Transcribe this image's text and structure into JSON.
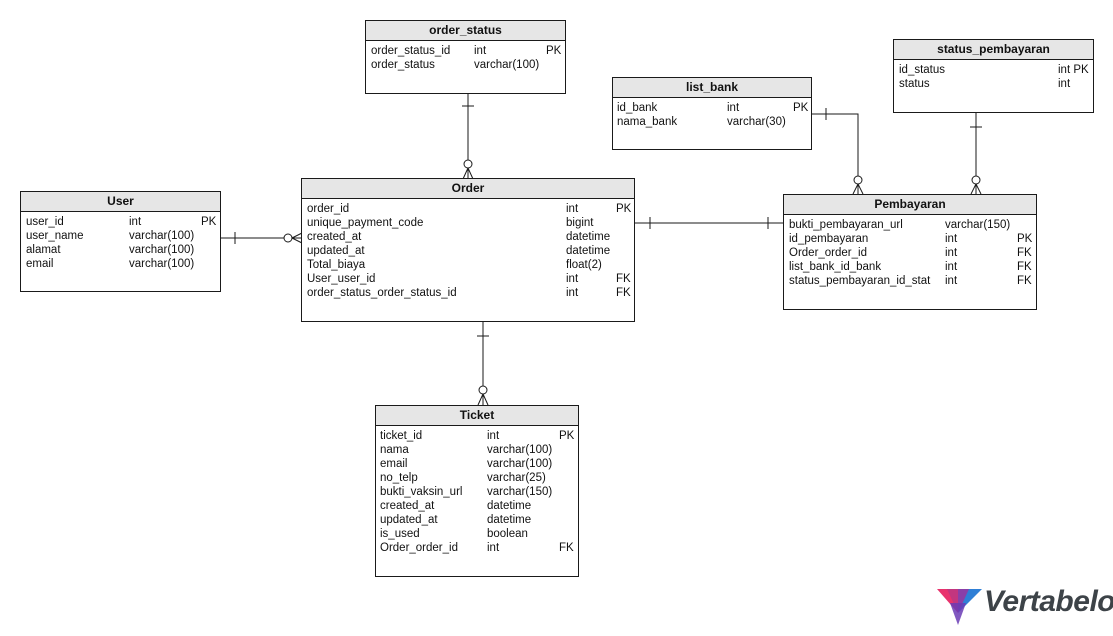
{
  "tables": {
    "order_status": {
      "name": "order_status",
      "columns": [
        {
          "name": "order_status_id",
          "type": "int",
          "key": "PK"
        },
        {
          "name": "order_status",
          "type": "varchar(100)",
          "key": ""
        }
      ]
    },
    "list_bank": {
      "name": "list_bank",
      "columns": [
        {
          "name": "id_bank",
          "type": "int",
          "key": "PK"
        },
        {
          "name": "nama_bank",
          "type": "varchar(30)",
          "key": ""
        }
      ]
    },
    "status_pembayaran": {
      "name": "status_pembayaran",
      "columns": [
        {
          "name": "id_status",
          "type": "int PK",
          "key": ""
        },
        {
          "name": "status",
          "type": "int",
          "key": ""
        }
      ]
    },
    "user": {
      "name": "User",
      "columns": [
        {
          "name": "user_id",
          "type": "int",
          "key": "PK"
        },
        {
          "name": "user_name",
          "type": "varchar(100)",
          "key": ""
        },
        {
          "name": "alamat",
          "type": "varchar(100)",
          "key": ""
        },
        {
          "name": "email",
          "type": "varchar(100)",
          "key": ""
        }
      ]
    },
    "order": {
      "name": "Order",
      "columns": [
        {
          "name": "order_id",
          "type": "int",
          "key": "PK"
        },
        {
          "name": "unique_payment_code",
          "type": "bigint",
          "key": ""
        },
        {
          "name": "created_at",
          "type": "datetime",
          "key": ""
        },
        {
          "name": "updated_at",
          "type": "datetime",
          "key": ""
        },
        {
          "name": "Total_biaya",
          "type": "float(2)",
          "key": ""
        },
        {
          "name": "User_user_id",
          "type": "int",
          "key": "FK"
        },
        {
          "name": "order_status_order_status_id",
          "type": "int",
          "key": "FK"
        }
      ]
    },
    "pembayaran": {
      "name": "Pembayaran",
      "columns": [
        {
          "name": "bukti_pembayaran_url",
          "type": "varchar(150)",
          "key": ""
        },
        {
          "name": "id_pembayaran",
          "type": "int",
          "key": "PK"
        },
        {
          "name": "Order_order_id",
          "type": "int",
          "key": "FK"
        },
        {
          "name": "list_bank_id_bank",
          "type": "int",
          "key": "FK"
        },
        {
          "name": "status_pembayaran_id_stat",
          "type": "int",
          "key": "FK"
        }
      ]
    },
    "ticket": {
      "name": "Ticket",
      "columns": [
        {
          "name": "ticket_id",
          "type": "int",
          "key": "PK"
        },
        {
          "name": "nama",
          "type": "varchar(100)",
          "key": ""
        },
        {
          "name": "email",
          "type": "varchar(100)",
          "key": ""
        },
        {
          "name": "no_telp",
          "type": "varchar(25)",
          "key": ""
        },
        {
          "name": "bukti_vaksin_url",
          "type": "varchar(150)",
          "key": ""
        },
        {
          "name": "created_at",
          "type": "datetime",
          "key": ""
        },
        {
          "name": "updated_at",
          "type": "datetime",
          "key": ""
        },
        {
          "name": "is_used",
          "type": "boolean",
          "key": ""
        },
        {
          "name": "Order_order_id",
          "type": "int",
          "key": "FK"
        }
      ]
    }
  },
  "relationships": [
    {
      "from": "order_status",
      "to": "order",
      "from_end": "one",
      "to_end": "zero-or-many"
    },
    {
      "from": "user",
      "to": "order",
      "from_end": "one",
      "to_end": "zero-or-many"
    },
    {
      "from": "order",
      "to": "pembayaran",
      "from_end": "one",
      "to_end": "one"
    },
    {
      "from": "list_bank",
      "to": "pembayaran",
      "from_end": "one",
      "to_end": "zero-or-many"
    },
    {
      "from": "status_pembayaran",
      "to": "pembayaran",
      "from_end": "one",
      "to_end": "zero-or-many"
    },
    {
      "from": "order",
      "to": "ticket",
      "from_end": "one",
      "to_end": "zero-or-many"
    }
  ],
  "logo": {
    "text": "Vertabelo",
    "colors": [
      "#e8336d",
      "#8a3fa8",
      "#2f7fd6"
    ]
  }
}
